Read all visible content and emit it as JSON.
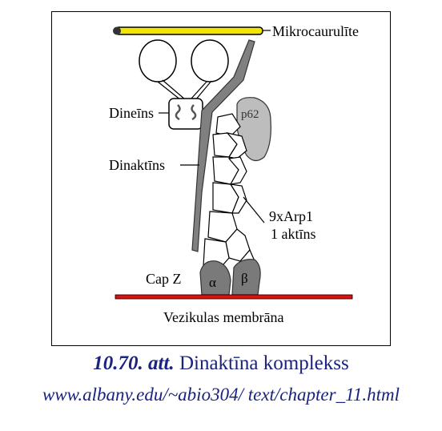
{
  "labels": {
    "microtubule": "Mikrocaurulīte",
    "dynein": "Dineīns",
    "dynactin": "Dinaktīns",
    "p62": "p62",
    "arp_line1": "9xArp1",
    "arp_line2": "1 aktīns",
    "capz": "Cap Z",
    "alpha": "α",
    "beta": "β",
    "membrane": "Vezikulas membrāna"
  },
  "caption": {
    "number": "10.70. att.",
    "text": "Dinaktīna komplekss"
  },
  "source_url": "www.albany.edu/~abio304/ text/chapter_11.html",
  "colors": {
    "microtubule": "#f2e600",
    "membrane": "#e01010",
    "dynactin_arm": "#808080",
    "p62": "#bdbdbd",
    "capz": "#7a7a7a",
    "caption": "#1a237e"
  }
}
